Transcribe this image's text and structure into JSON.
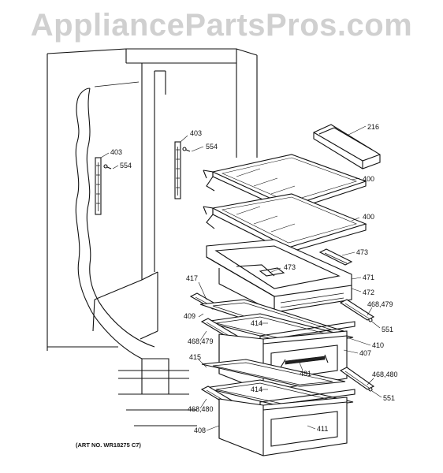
{
  "watermark": "AppliancePartsPros.com",
  "art_number": "(ART NO. WR18275 C7)",
  "labels": {
    "l216": "216",
    "l400a": "400",
    "l400b": "400",
    "l403a": "403",
    "l403b": "403",
    "l554a": "554",
    "l554b": "554",
    "l473a": "473",
    "l473b": "473",
    "l417": "417",
    "l471": "471",
    "l472": "472",
    "l468_479a": "468,479",
    "l468_479b": "468,479",
    "l409": "409",
    "l414a": "414",
    "l414b": "414",
    "l551a": "551",
    "l551b": "551",
    "l410": "410",
    "l407": "407",
    "l415": "415",
    "l481": "481",
    "l468_480a": "468,480",
    "l468_480b": "468,480",
    "l411": "411",
    "l408": "408"
  }
}
